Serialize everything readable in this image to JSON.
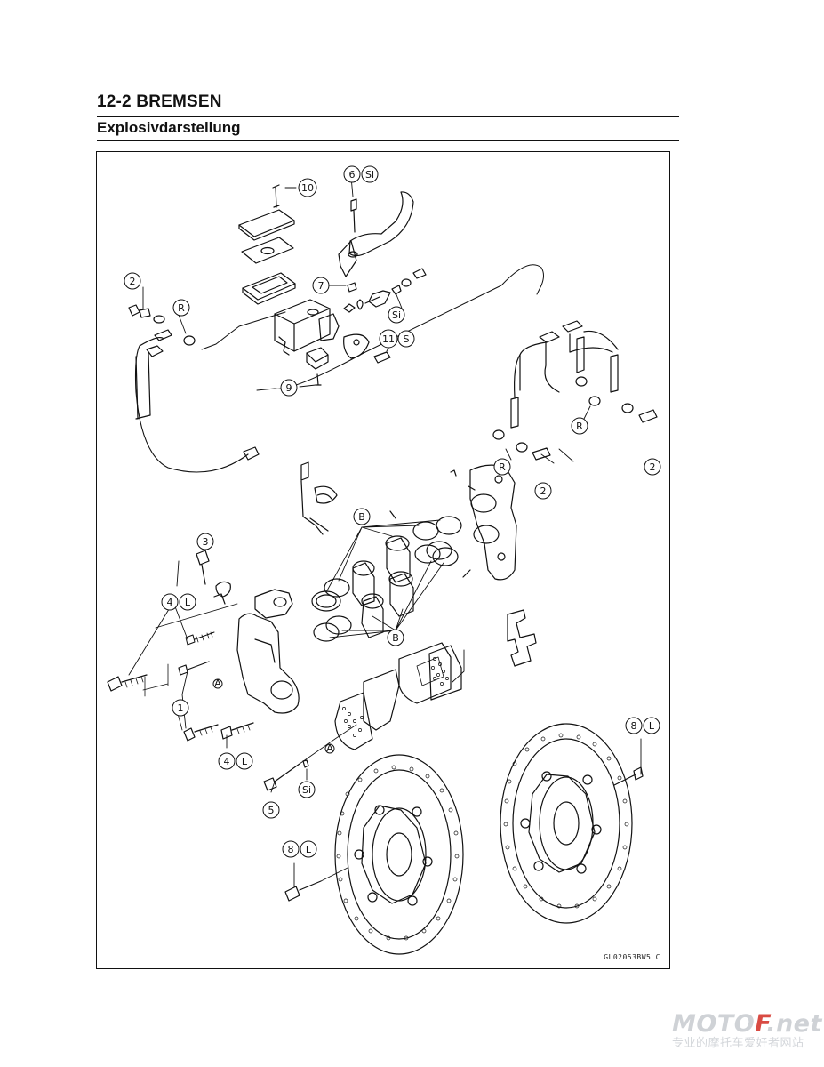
{
  "header": {
    "title": "12-2 BREMSEN"
  },
  "section": {
    "title": "Explosivdarstellung"
  },
  "diagram": {
    "code": "GL02053BW5 C",
    "callouts": {
      "c10": "10",
      "c6": "6",
      "c6s": "Si",
      "c2a": "2",
      "cRa": "R",
      "c7": "7",
      "cSi1": "Si",
      "c11": "11",
      "c11s": "S",
      "c9": "9",
      "cRb": "R",
      "cRc": "R",
      "c2b": "2",
      "c2c": "2",
      "c3": "3",
      "cB1": "B",
      "cB2": "B",
      "c4a": "4",
      "c4as": "L",
      "c1": "1",
      "c4b": "4",
      "c4bs": "L",
      "c5": "5",
      "cSi2": "Si",
      "c8a": "8",
      "c8as": "L",
      "c8b": "8",
      "c8bs": "L",
      "cA1": "A",
      "cA2": "A"
    }
  },
  "watermark": {
    "brand": "MOTO",
    "accent": "F",
    "tld": ".net",
    "tagline": "专业的摩托车爱好者网站"
  }
}
